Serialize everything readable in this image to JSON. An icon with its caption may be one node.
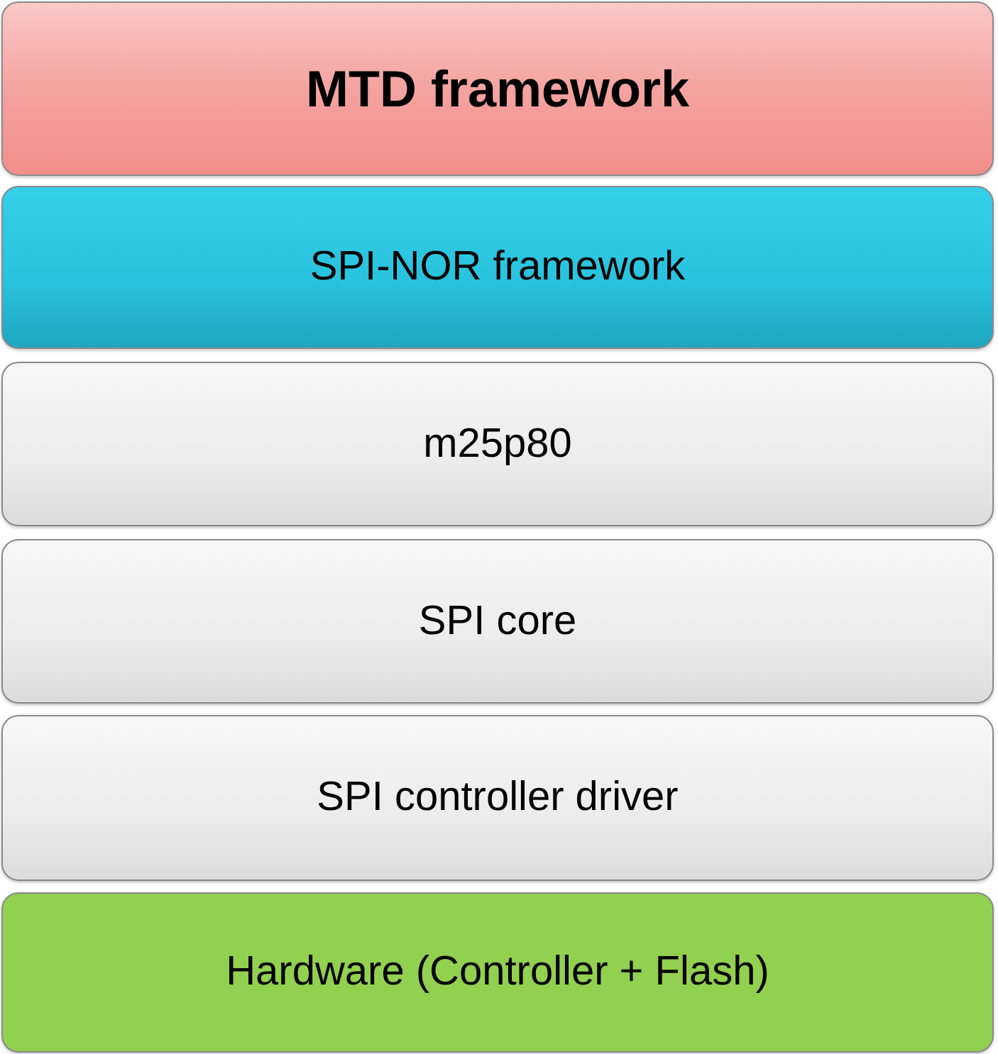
{
  "diagram": {
    "nodes": [
      {
        "text": [
          "MTD framework"
        ]
      },
      {
        "text": [
          "SPI-NOR framework"
        ]
      },
      {
        "text": [
          "m25p80"
        ]
      },
      {
        "text": [
          "SPI core"
        ]
      },
      {
        "text": [
          "SPI controller driver"
        ]
      },
      {
        "text": [
          "Hardware (Controller + Flash)"
        ]
      }
    ]
  }
}
